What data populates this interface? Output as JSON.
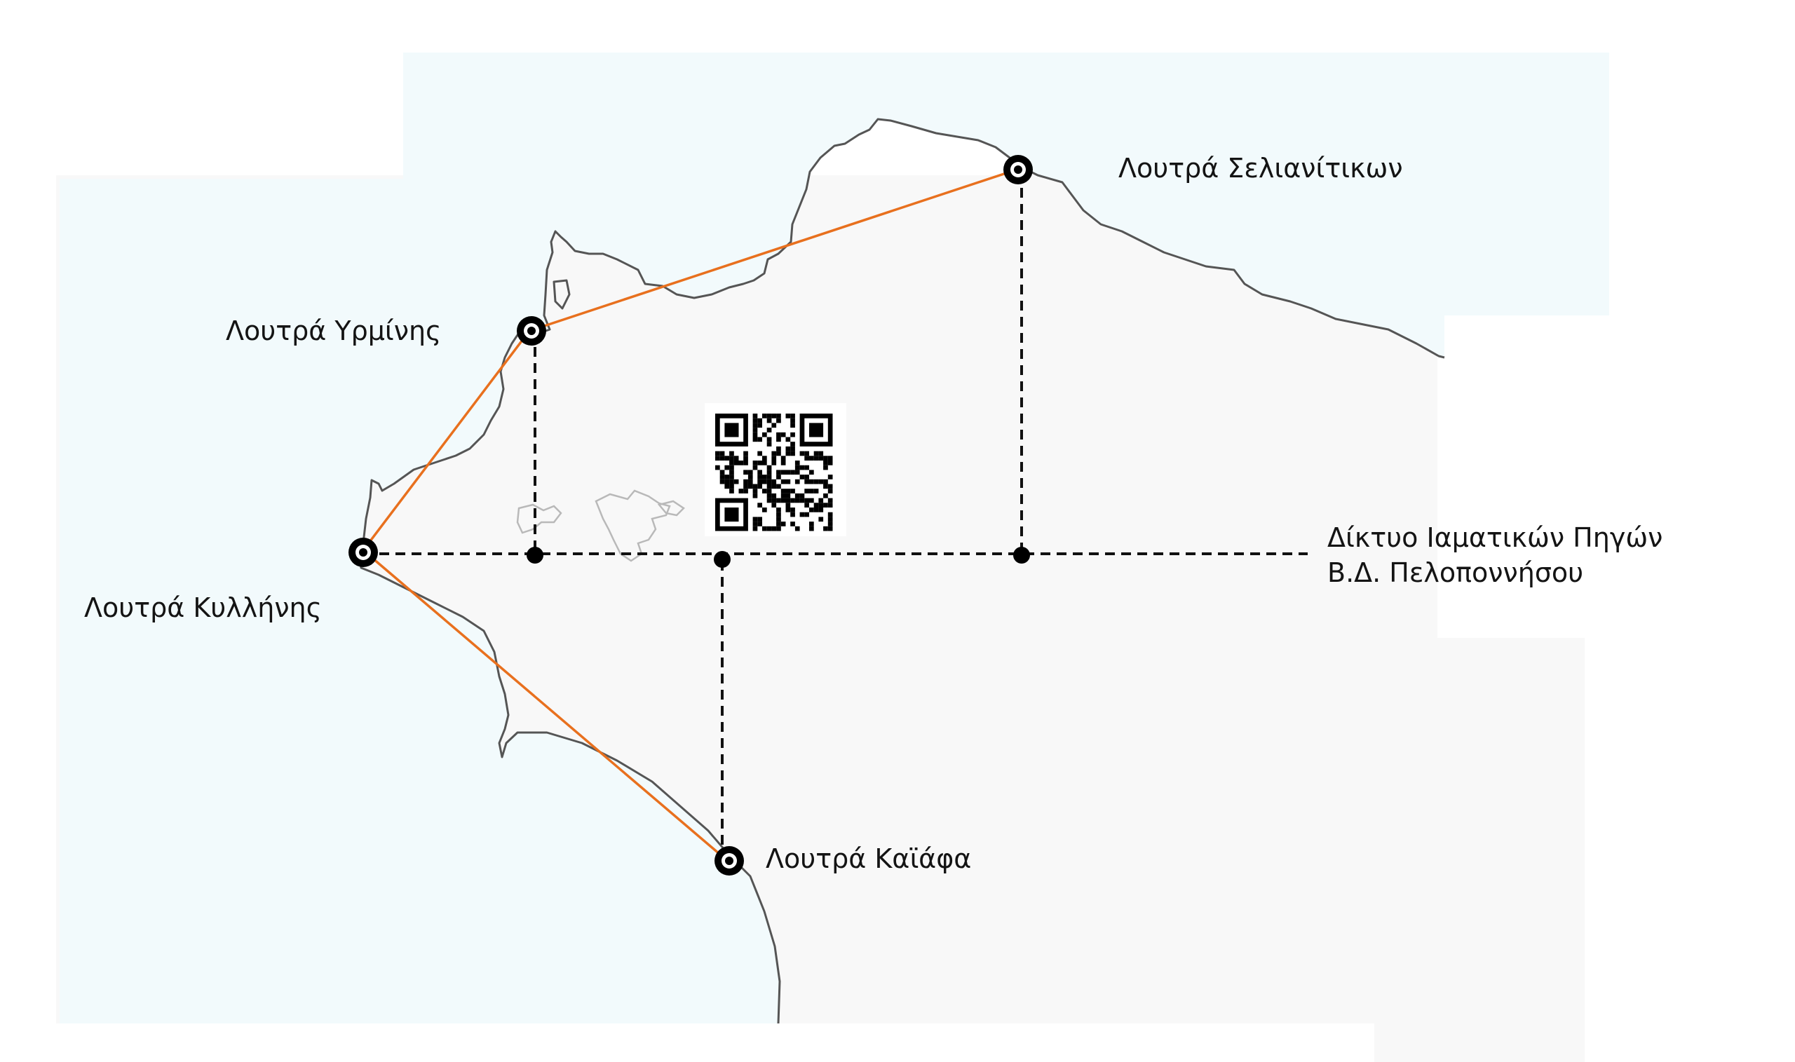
{
  "network_title": {
    "line1": "Δίκτυο Ιαματικών Πηγών",
    "line2": "Β.Δ. Πελοποννήσου"
  },
  "springs": {
    "selianitika": {
      "label": "Λουτρά Σελιανίτικων"
    },
    "yrmini": {
      "label": "Λουτρά Υρμίνης"
    },
    "kyllini": {
      "label": "Λουτρά Κυλλήνης"
    },
    "kaiafa": {
      "label": "Λουτρά Καϊάφα"
    }
  },
  "colors": {
    "sea": "#f2fafc",
    "land": "#f8f8f8",
    "coastline": "#555555",
    "route": "#e8701e",
    "network": "#111111",
    "marker": "#000000"
  },
  "icons": {
    "spring_marker": "ring-dot-marker-icon",
    "junction": "filled-dot-icon",
    "qr": "qr-code-icon"
  }
}
